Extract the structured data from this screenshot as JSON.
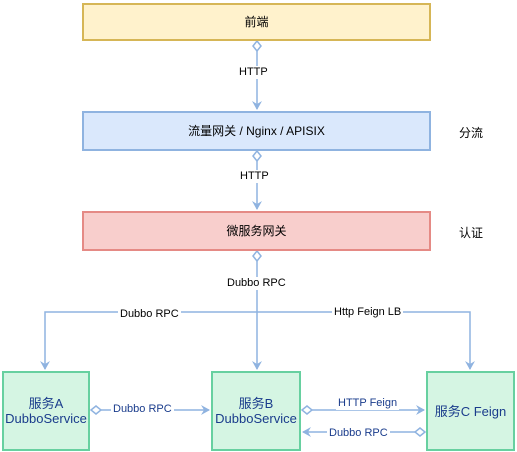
{
  "nodes": {
    "frontend": "前端",
    "traffic_gateway": "流量网关 / Nginx / APISIX",
    "micro_gateway": "微服务网关",
    "service_a": {
      "line1": "服务A",
      "line2": "DubboService"
    },
    "service_b": {
      "line1": "服务B",
      "line2": "DubboService"
    },
    "service_c": "服务C Feign"
  },
  "side_labels": {
    "split": "分流",
    "auth": "认证"
  },
  "edge_labels": {
    "http_1": "HTTP",
    "http_2": "HTTP",
    "dubbo_rpc_center": "Dubbo RPC",
    "dubbo_rpc_left": "Dubbo RPC",
    "http_feign_lb": "Http Feign LB",
    "dubbo_rpc_ab": "Dubbo RPC",
    "http_feign_bc": "HTTP Feign",
    "dubbo_rpc_cb": "Dubbo RPC"
  },
  "colors": {
    "edge": "#8fb3e0",
    "frontend_fill": "#fff2cc",
    "traffic_fill": "#dae8fc",
    "micro_fill": "#f8cecc",
    "service_fill": "#d5f5e3"
  }
}
